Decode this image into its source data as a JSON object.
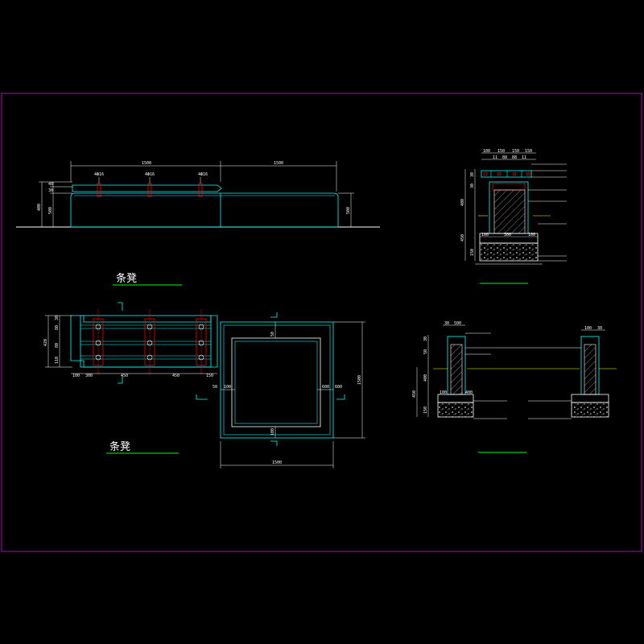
{
  "colors": {
    "background": "#000000",
    "frame": "#c000c0",
    "outline": "#00ffff",
    "dimension": "#ffffff",
    "bolt": "#ff0000",
    "label_line": "#ffff00",
    "underline": "#00ff00"
  },
  "elevation": {
    "top_dims": [
      "1500",
      "1500"
    ],
    "bolt_labels": [
      "4Ф16",
      "4Ф16",
      "4Ф16"
    ],
    "left_dims": [
      "40",
      "30",
      "400",
      "500"
    ],
    "right_dim": "500"
  },
  "plan": {
    "title": "条凳",
    "left_dims": [
      "30",
      "80",
      "420",
      "80",
      "110"
    ],
    "bottom_dims": [
      "100",
      "300",
      "450",
      "450",
      "150"
    ],
    "square_dims": [
      "50",
      "100",
      "50",
      "100",
      "600",
      "600"
    ],
    "square_height": "1500",
    "square_width": "1500"
  },
  "elevation_title": "条凳",
  "section_right": {
    "top_dims": [
      "100",
      "150",
      "150",
      "150"
    ],
    "top_dims2": [
      "11",
      "88",
      "88",
      "11"
    ],
    "left_dims": [
      "30",
      "30",
      "400",
      "450",
      "150"
    ],
    "bottom_dims": [
      "100",
      "300",
      "100"
    ]
  },
  "section_lower": {
    "left_top_dims": [
      "30",
      "500"
    ],
    "right_top_dims": [
      "100",
      "30"
    ],
    "left_dims": [
      "30",
      "50",
      "400",
      "450",
      "150"
    ],
    "bottom_dims": [
      "100",
      "400"
    ]
  }
}
